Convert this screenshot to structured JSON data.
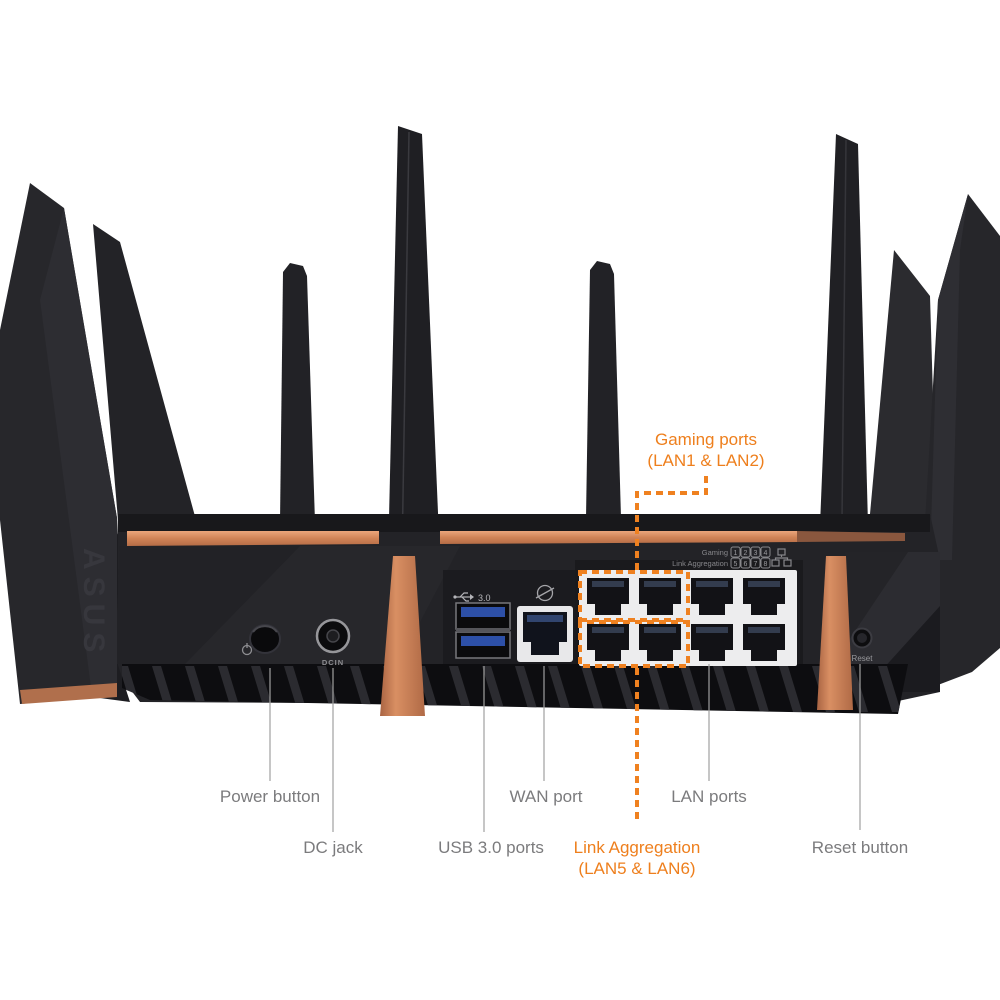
{
  "page": {
    "background": "#ffffff"
  },
  "colors": {
    "accent_orange": "#ee7f1d",
    "copper": "#c87a52",
    "label_gray": "#7b7b7d",
    "usb_blue": "#2d50a8"
  },
  "callouts": {
    "gaming_ports_line1": "Gaming ports",
    "gaming_ports_line2": "(LAN1 & LAN2)",
    "power_button": "Power button",
    "dc_jack": "DC jack",
    "usb_ports": "USB 3.0 ports",
    "wan_port": "WAN port",
    "lan_ports": "LAN ports",
    "link_aggregation_line1": "Link Aggregation",
    "link_aggregation_line2": "(LAN5 & LAN6)",
    "reset_button": "Reset button"
  },
  "router": {
    "brand": "ASUS",
    "rear_panel": {
      "gaming_label": "Gaming",
      "link_aggregation_label": "Link Aggregation",
      "port_numbers": [
        "1",
        "2",
        "3",
        "4",
        "5",
        "6",
        "7",
        "8"
      ],
      "usb_label": "3.0",
      "dc_label": "DCIN",
      "reset_label": "Reset"
    }
  }
}
